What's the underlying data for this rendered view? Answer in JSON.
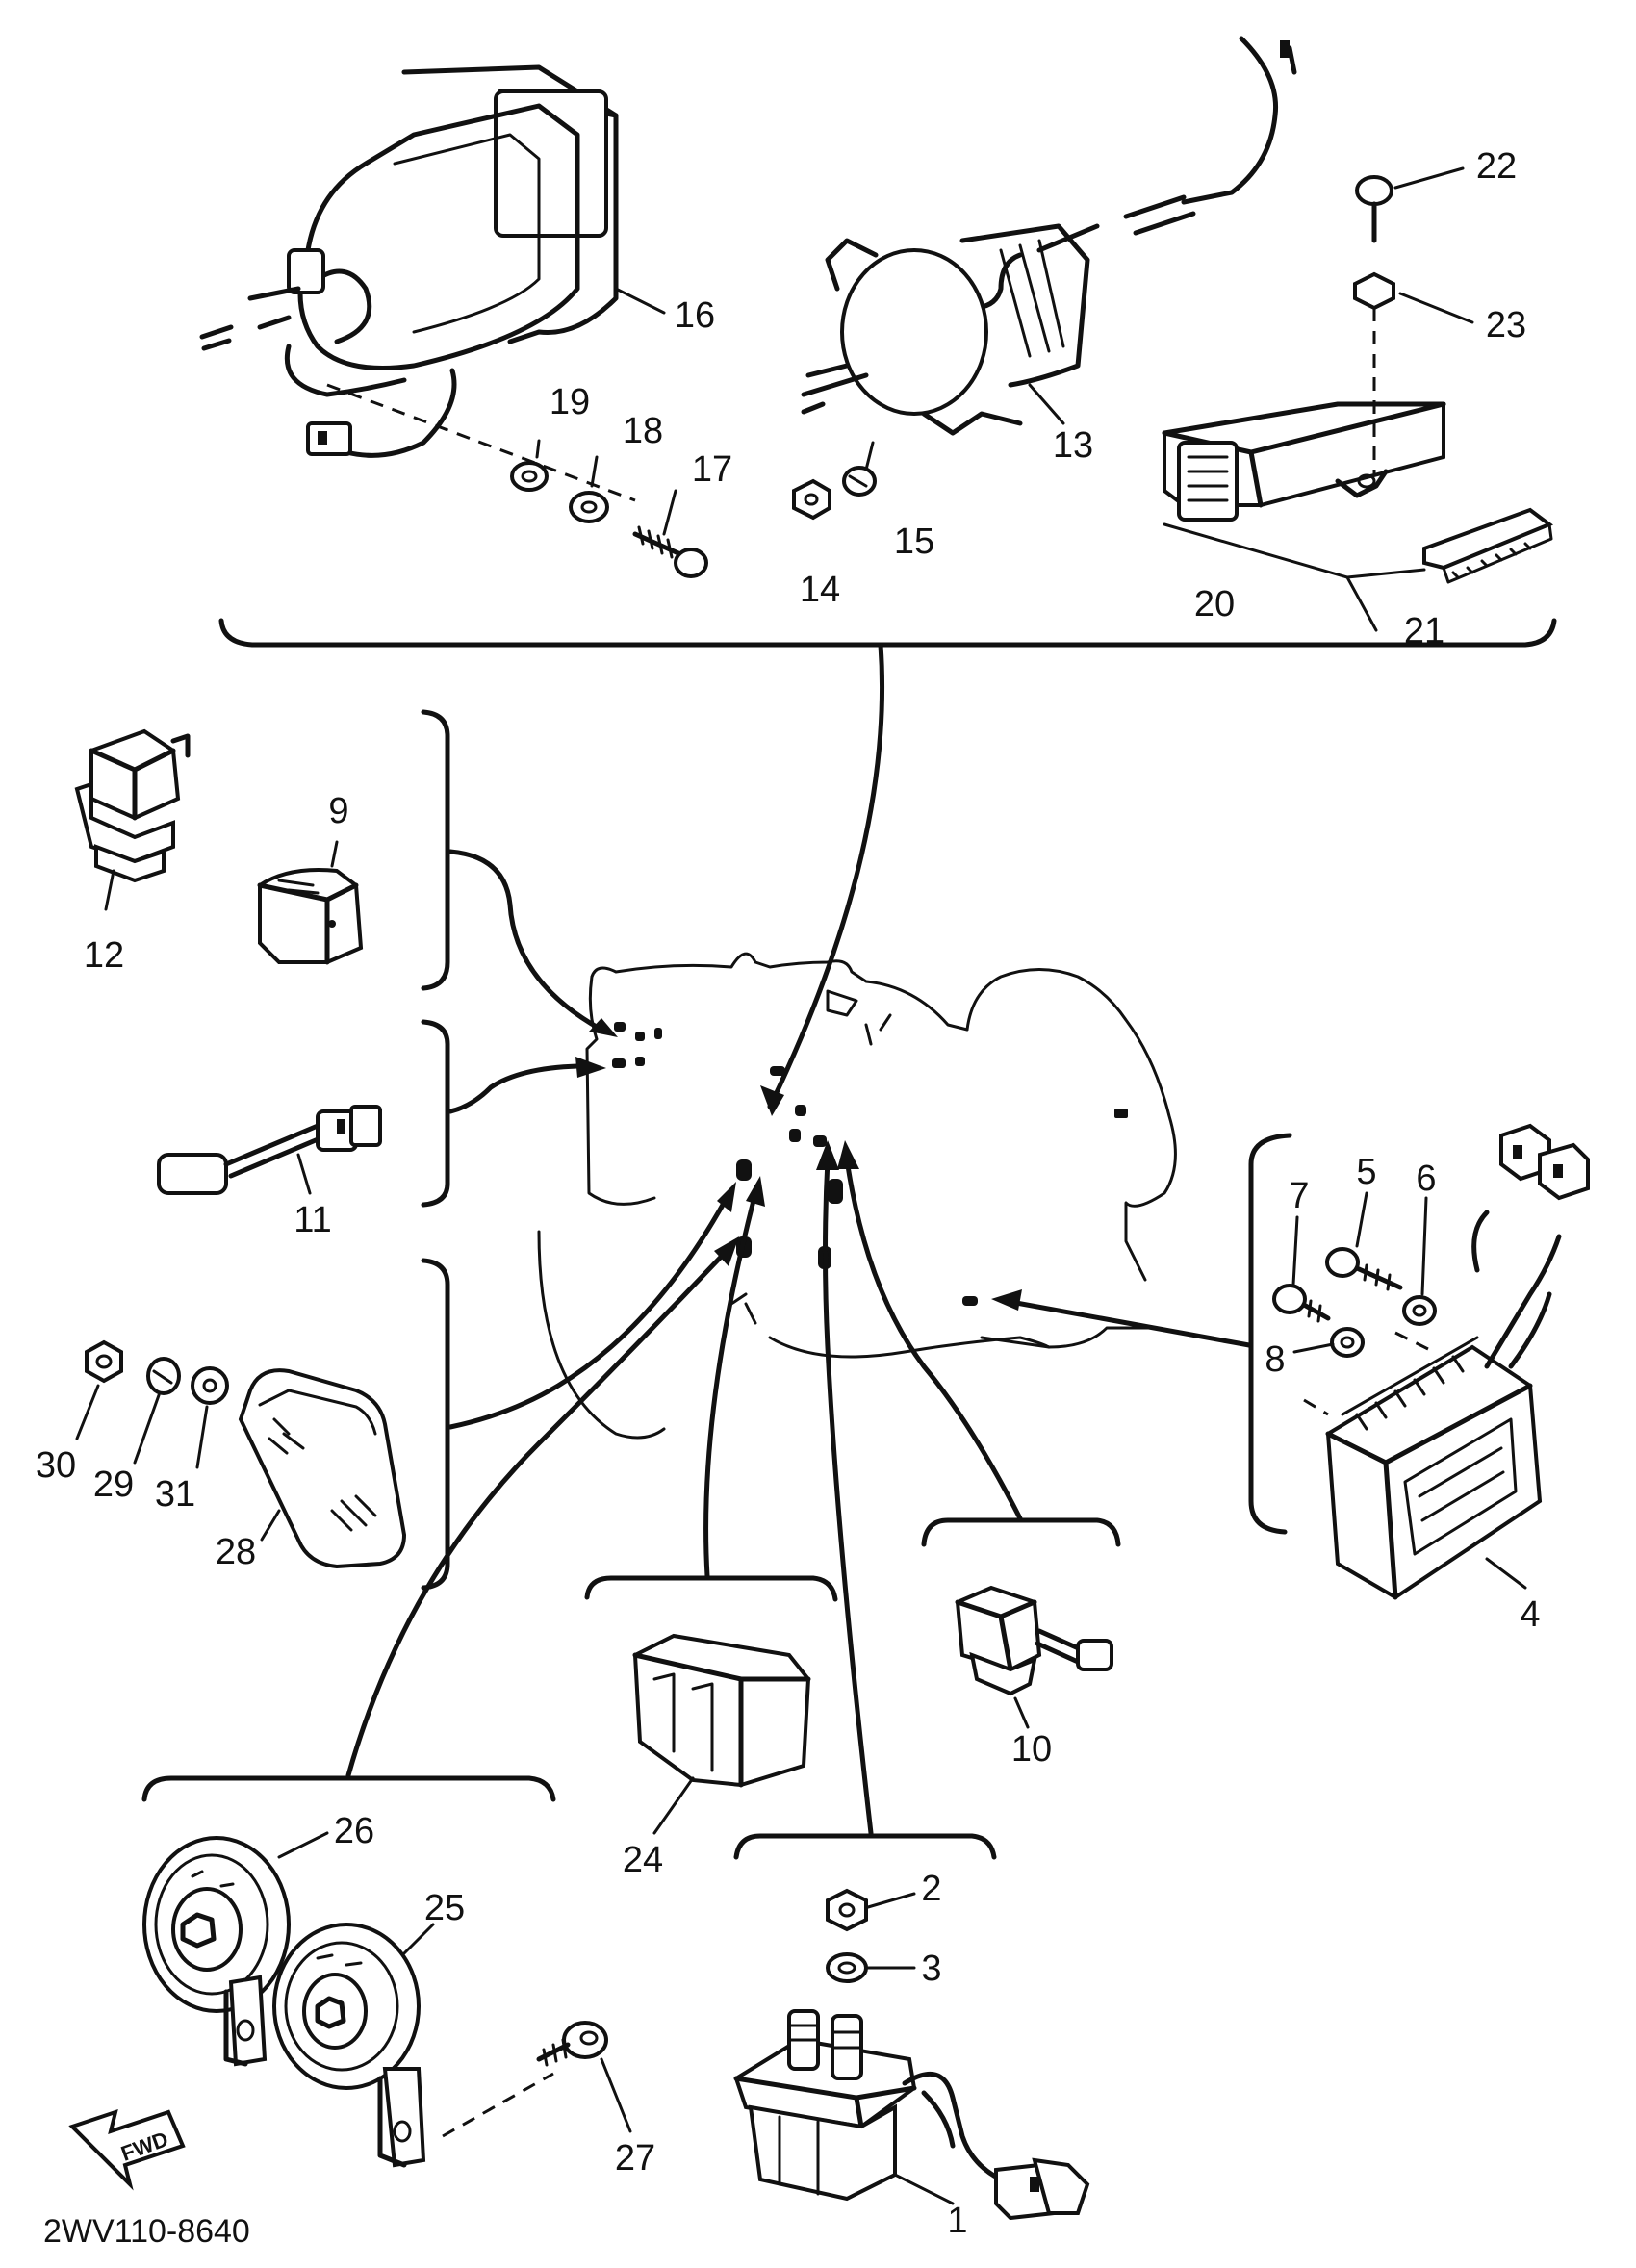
{
  "drawing_code": "2WV110-8640",
  "fwd_label": "FWD",
  "callouts": [
    {
      "id": "c1",
      "text": "1"
    },
    {
      "id": "c2",
      "text": "2"
    },
    {
      "id": "c3",
      "text": "3"
    },
    {
      "id": "c4",
      "text": "4"
    },
    {
      "id": "c5",
      "text": "5"
    },
    {
      "id": "c6",
      "text": "6"
    },
    {
      "id": "c7",
      "text": "7"
    },
    {
      "id": "c8",
      "text": "8"
    },
    {
      "id": "c9",
      "text": "9"
    },
    {
      "id": "c10",
      "text": "10"
    },
    {
      "id": "c11",
      "text": "11"
    },
    {
      "id": "c12",
      "text": "12"
    },
    {
      "id": "c13",
      "text": "13"
    },
    {
      "id": "c14",
      "text": "14"
    },
    {
      "id": "c15",
      "text": "15"
    },
    {
      "id": "c16",
      "text": "16"
    },
    {
      "id": "c17",
      "text": "17"
    },
    {
      "id": "c18",
      "text": "18"
    },
    {
      "id": "c19",
      "text": "19"
    },
    {
      "id": "c20",
      "text": "20"
    },
    {
      "id": "c21",
      "text": "21"
    },
    {
      "id": "c22",
      "text": "22"
    },
    {
      "id": "c23",
      "text": "23"
    },
    {
      "id": "c24",
      "text": "24"
    },
    {
      "id": "c25",
      "text": "25"
    },
    {
      "id": "c26",
      "text": "26"
    },
    {
      "id": "c27",
      "text": "27"
    },
    {
      "id": "c28",
      "text": "28"
    },
    {
      "id": "c29",
      "text": "29"
    },
    {
      "id": "c30",
      "text": "30"
    },
    {
      "id": "c31",
      "text": "31"
    }
  ]
}
